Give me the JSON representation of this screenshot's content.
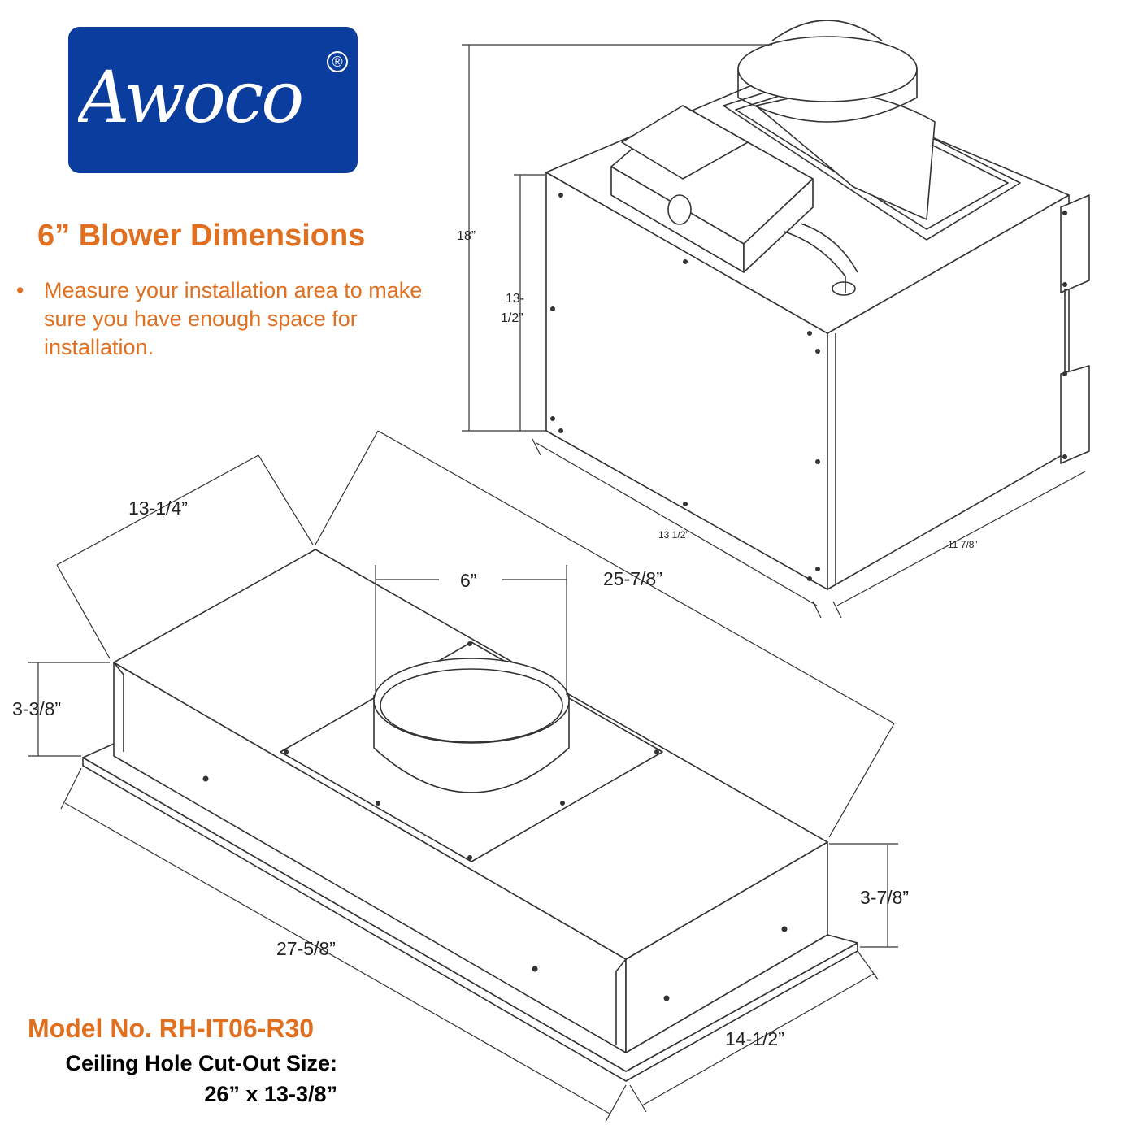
{
  "brand": {
    "logo_text": "Awoco",
    "registered_mark": "®",
    "logo_color": "#0b3d9e"
  },
  "heading": "6” Blower Dimensions",
  "bullet": {
    "marker": "•",
    "text": "Measure your installation area to make sure you have enough space for installation."
  },
  "model": "Model No. RH-IT06-R30",
  "cutout": {
    "label": "Ceiling Hole Cut-Out Size:",
    "size": "26” x 13-3/8”"
  },
  "blower_dimensions": {
    "total_height": "18”",
    "box_height_line1": "13-",
    "box_height_line2": "1/2”",
    "box_width": "13 1/2”",
    "box_depth": "11 7/8”"
  },
  "hood_dimensions": {
    "depth": "13-1/4”",
    "length": "25-7/8”",
    "duct": "6”",
    "height_left": "3-3/8”",
    "flange_length": "27-5/8”",
    "height_right": "3-7/8”",
    "flange_depth": "14-1/2”"
  },
  "colors": {
    "accent": "#e07020",
    "text": "#111111",
    "line": "#333333"
  }
}
